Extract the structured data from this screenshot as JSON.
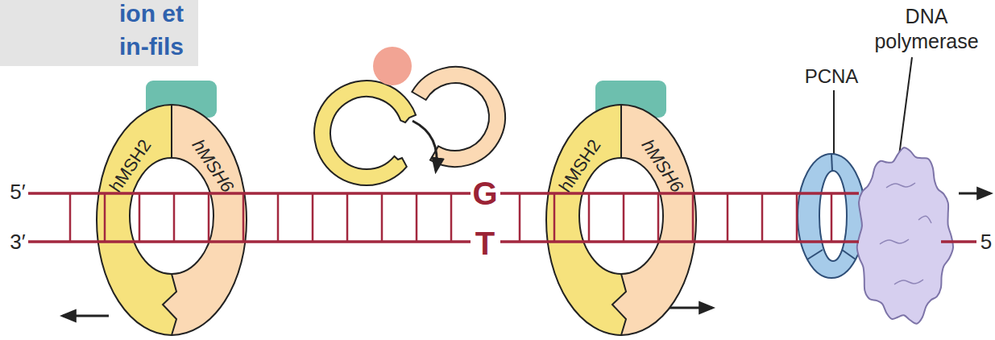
{
  "diagram": {
    "title": "ion et in-fils",
    "nodes": [
      {
        "text": [
          "hMSH2",
          "hMSH6"
        ]
      },
      {
        "text": [
          "hMSH2",
          "hMSH6"
        ]
      },
      {
        "text": [
          "PCNA"
        ]
      },
      {
        "text": [
          "DNA polymerase"
        ]
      }
    ],
    "labels": [
      "5′",
      "3′",
      "G",
      "T",
      "5"
    ]
  }
}
